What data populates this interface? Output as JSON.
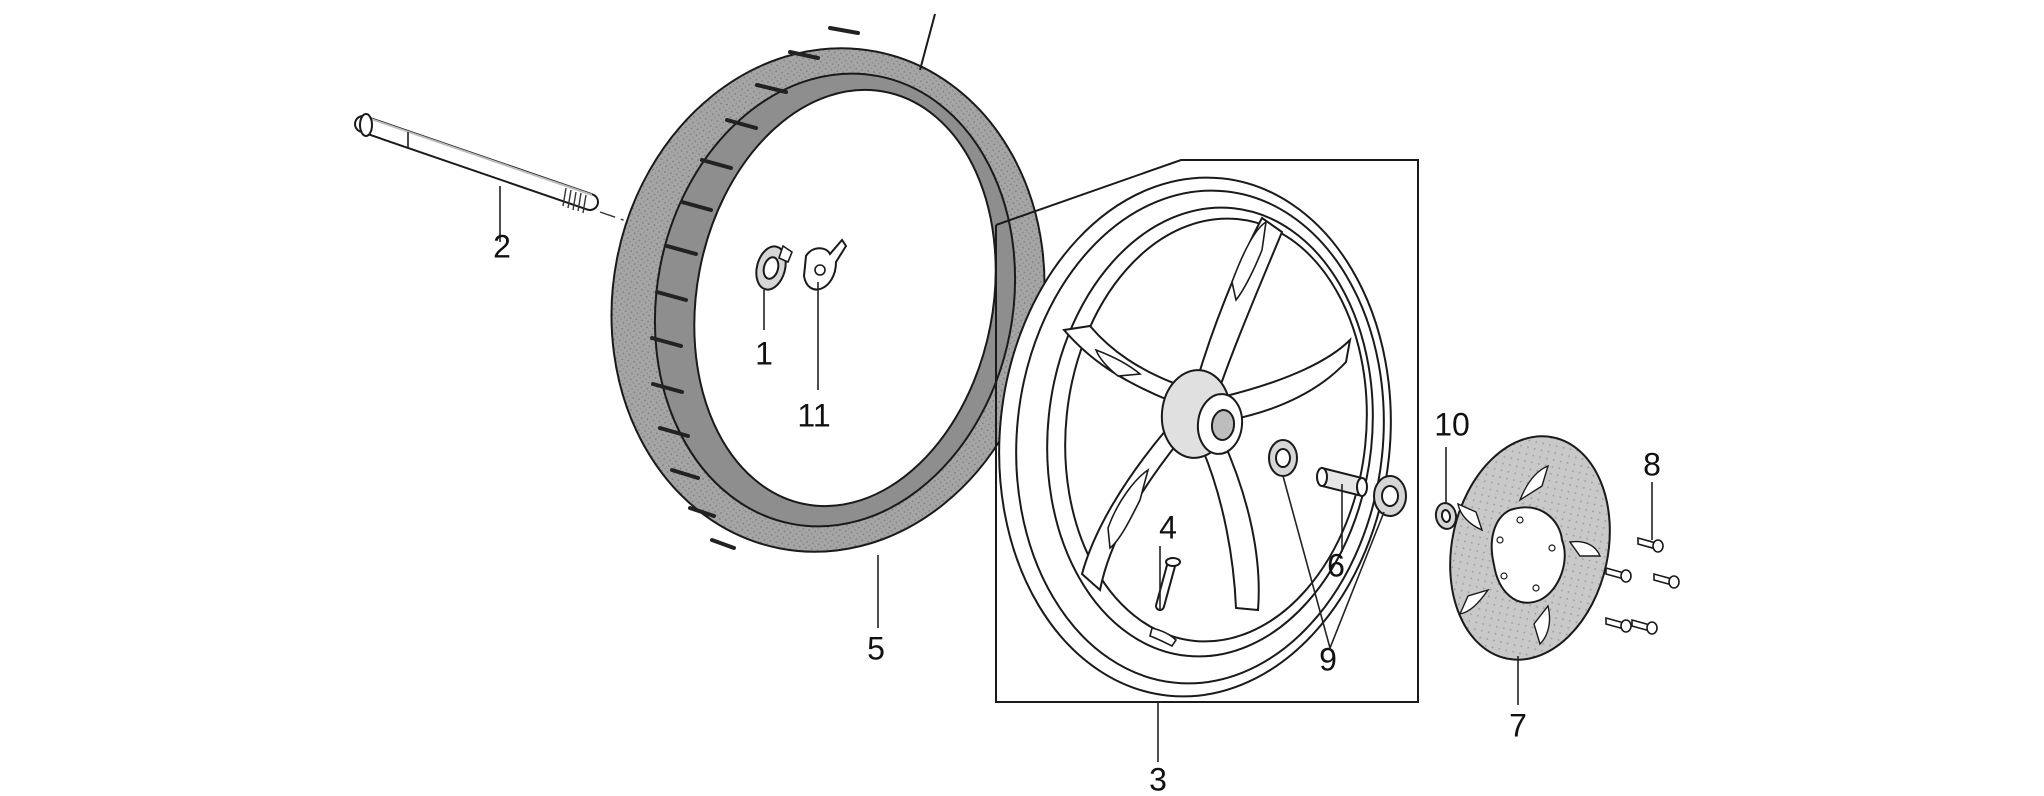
{
  "colors": {
    "line": "#1a1a1a",
    "tire_fill": "#9a9a9a",
    "tire_tread": "#2a2a2a",
    "part_fill": "#ffffff",
    "metal_fill": "#d6d6d6",
    "disc_fill": "#bdbdbd"
  },
  "callouts": {
    "c1": "1",
    "c2": "2",
    "c3": "3",
    "c4": "4",
    "c5": "5",
    "c6": "6",
    "c7": "7",
    "c8": "8",
    "c9": "9",
    "c10": "10",
    "c11": "11"
  }
}
